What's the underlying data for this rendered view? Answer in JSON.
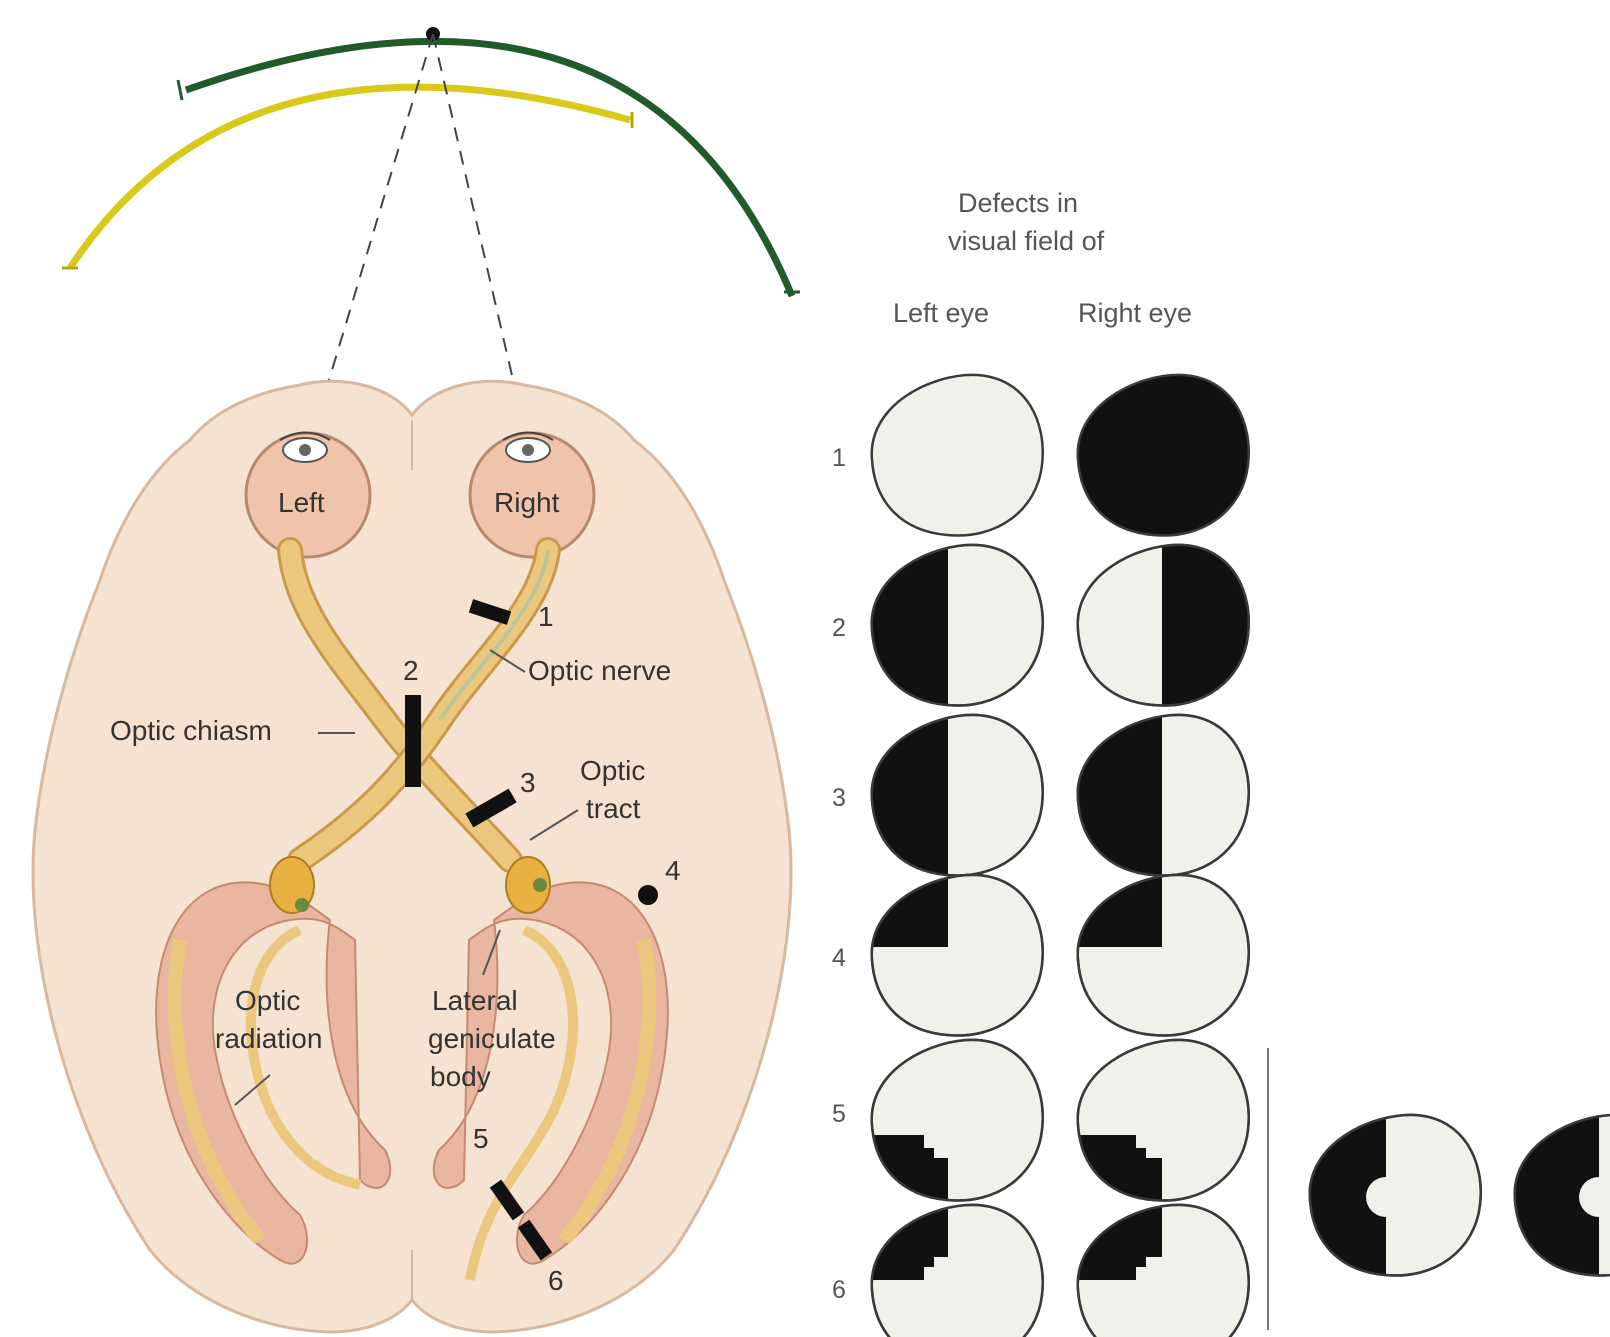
{
  "colors": {
    "outer_arc": "#1f5c2a",
    "inner_arc": "#d9c91a",
    "brain": "#f6e2d0",
    "brain_outline": "#d9b8a0",
    "eyeball": "#f0c4ab",
    "pathway": "#ecc87e",
    "pathway_edge": "#c99a4a",
    "radiation_pink": "#e9b6a2",
    "geniculate": "#e8b040",
    "field_blank": "#f1f1ec",
    "defect": "#111111"
  },
  "labels": {
    "eye_left": "Left",
    "eye_right": "Right",
    "optic_nerve": "Optic nerve",
    "optic_chiasm": "Optic chiasm",
    "optic_tract_1": "Optic",
    "optic_tract_2": "tract",
    "optic_radiation_1": "Optic",
    "optic_radiation_2": "radiation",
    "lgb_1": "Lateral",
    "lgb_2": "geniculate",
    "lgb_3": "body"
  },
  "lesion_numbers": [
    "1",
    "2",
    "3",
    "4",
    "5",
    "6"
  ],
  "panel": {
    "header_1": "Defects in",
    "header_2": "visual field of",
    "col_left": "Left eye",
    "col_right": "Right eye"
  },
  "fields": [
    {
      "row": "1",
      "left": "none",
      "right": "complete"
    },
    {
      "row": "2",
      "left": "temporal half",
      "right": "temporal half"
    },
    {
      "row": "3",
      "left": "left half",
      "right": "left half"
    },
    {
      "row": "4",
      "left": "upper left quadrant",
      "right": "upper left quadrant"
    },
    {
      "row": "5",
      "left": "lower left quadrant, macula spared",
      "right": "lower left quadrant, macula spared"
    },
    {
      "row": "6",
      "left": "upper left quadrant, macula spared",
      "right": "upper left quadrant, macula spared"
    },
    {
      "row": "",
      "left": "left half, macula spared",
      "right": "left half, macula spared"
    }
  ]
}
